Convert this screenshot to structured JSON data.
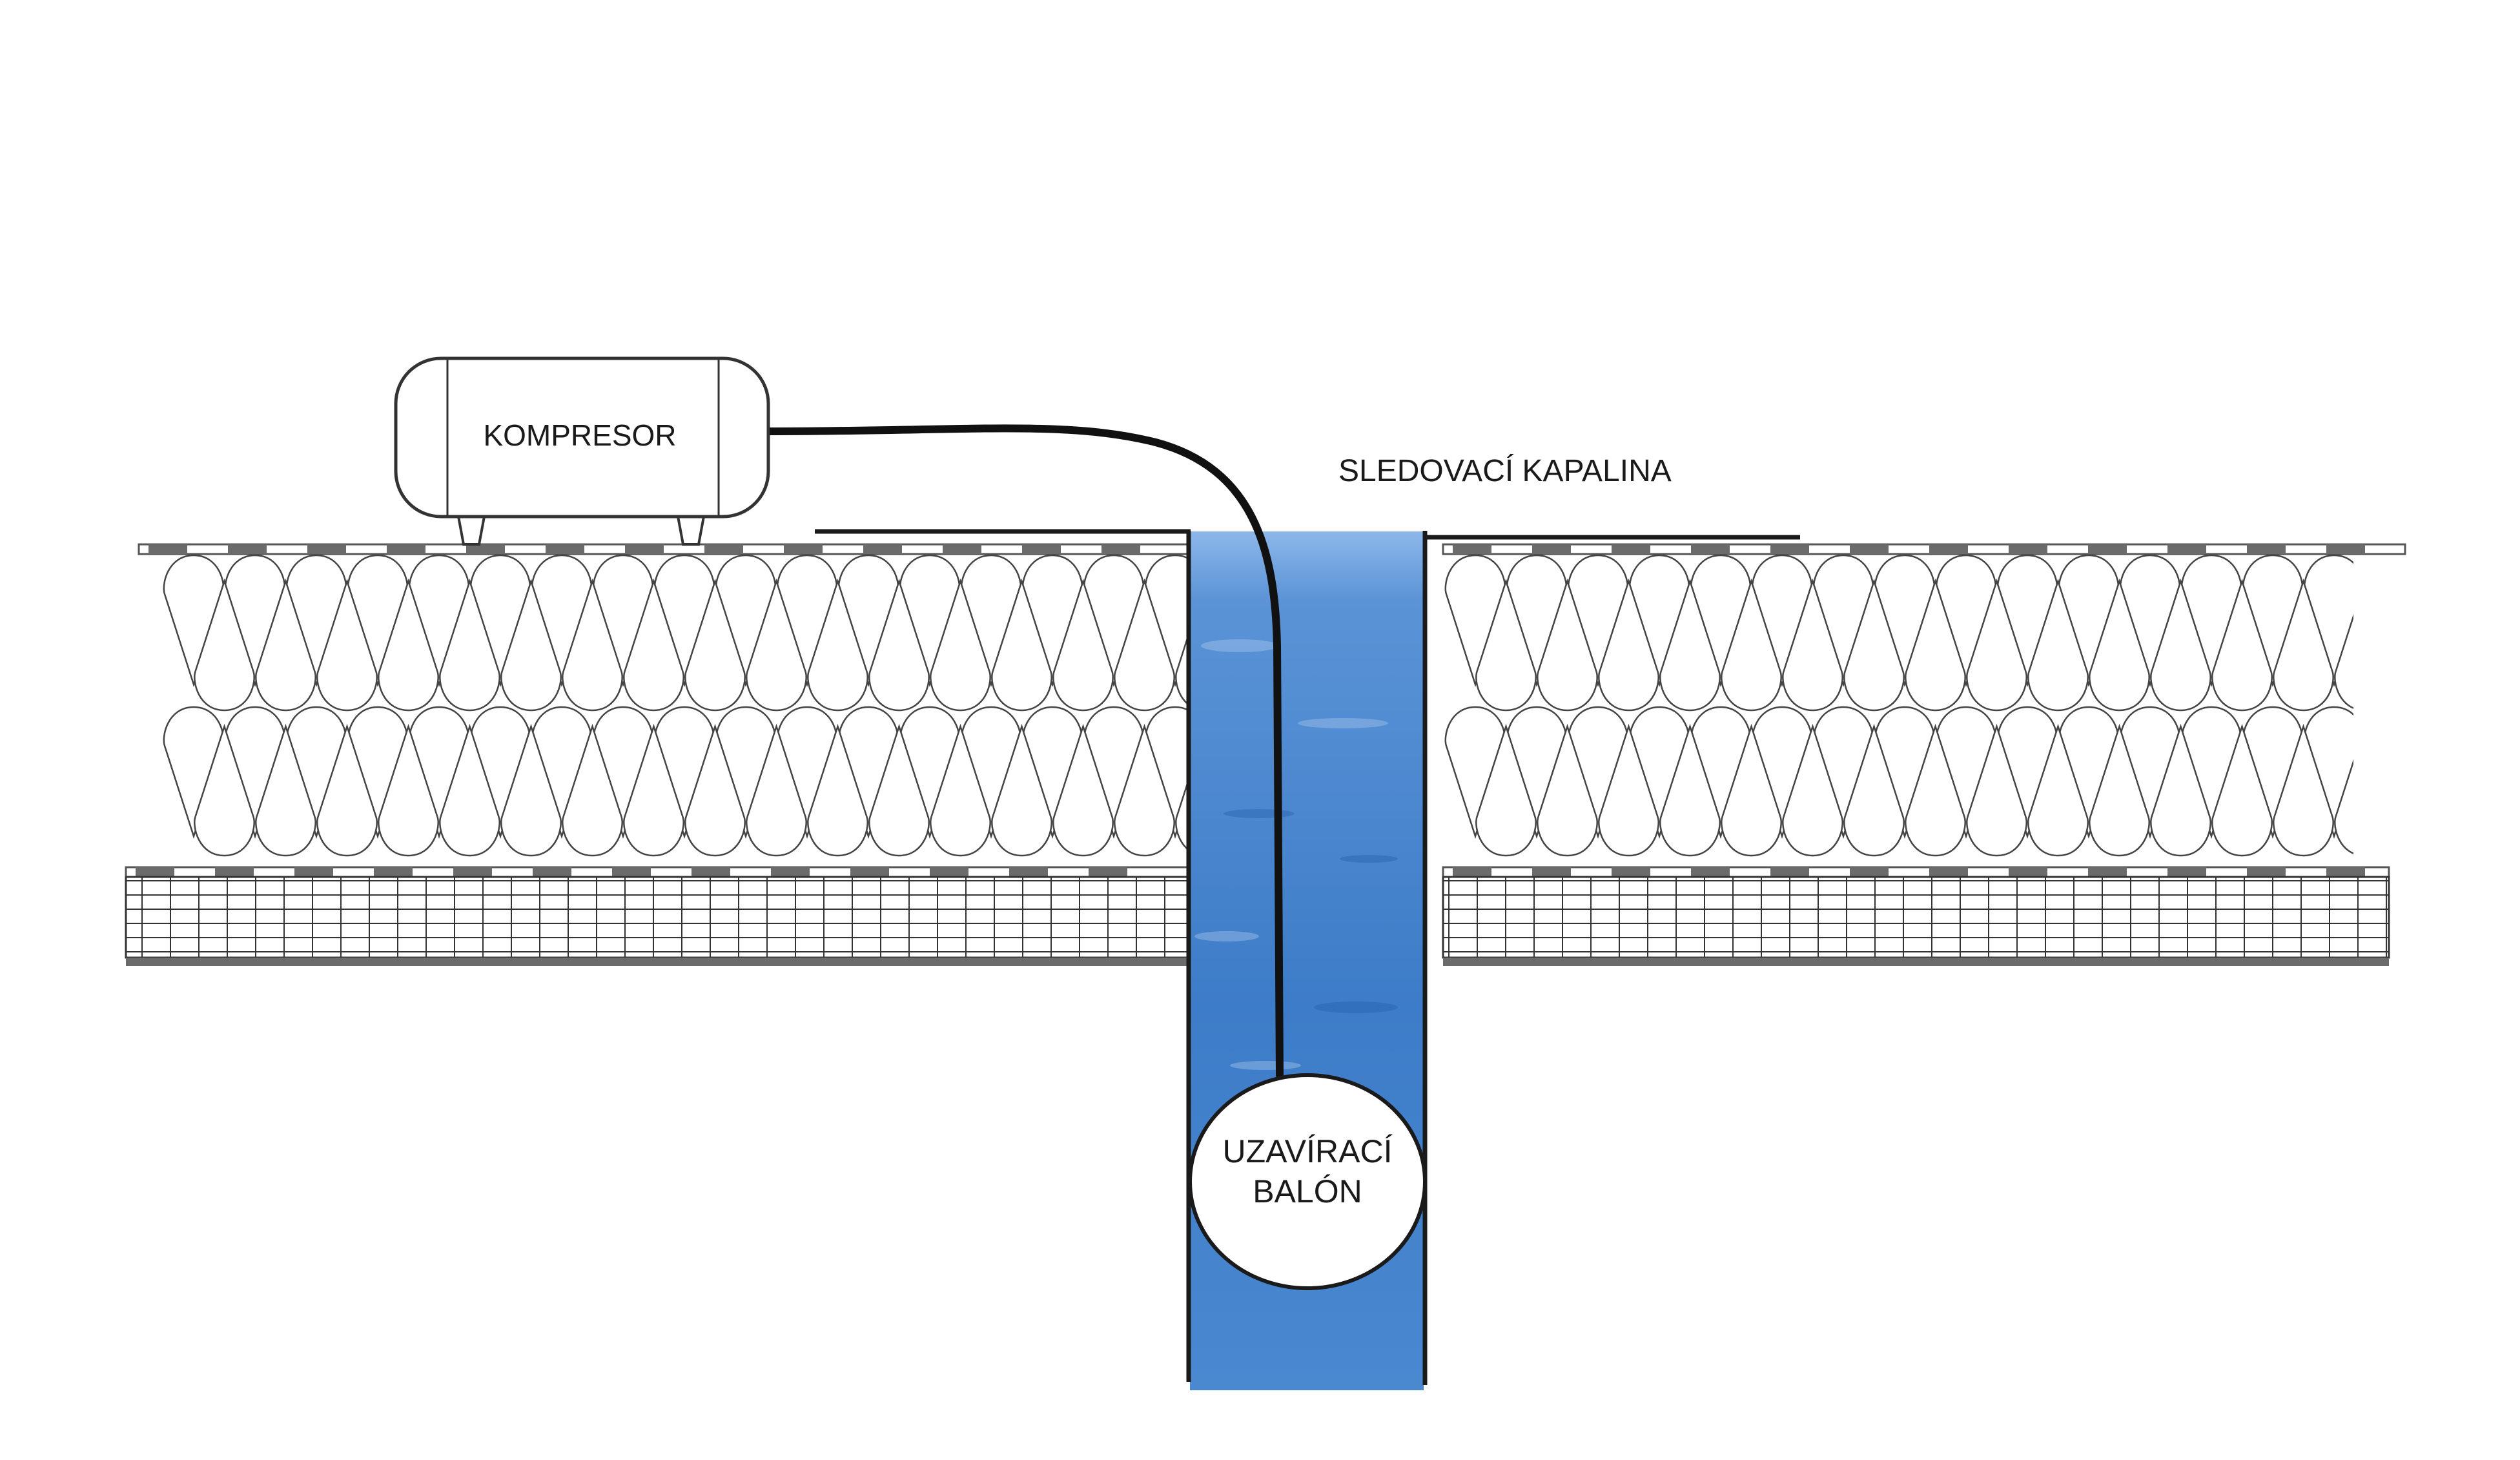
{
  "labels": {
    "compressor": "KOMPRESOR",
    "tracer_liquid": "SLEDOVACÍ KAPALINA",
    "balloon_line1": "UZAVÍRACÍ",
    "balloon_line2": "BALÓN"
  },
  "colors": {
    "stroke": "#1a1a1a",
    "liquid_light": "#5b93d6",
    "liquid_dark": "#2f6fc0",
    "membrane": "#6b6b6b"
  }
}
